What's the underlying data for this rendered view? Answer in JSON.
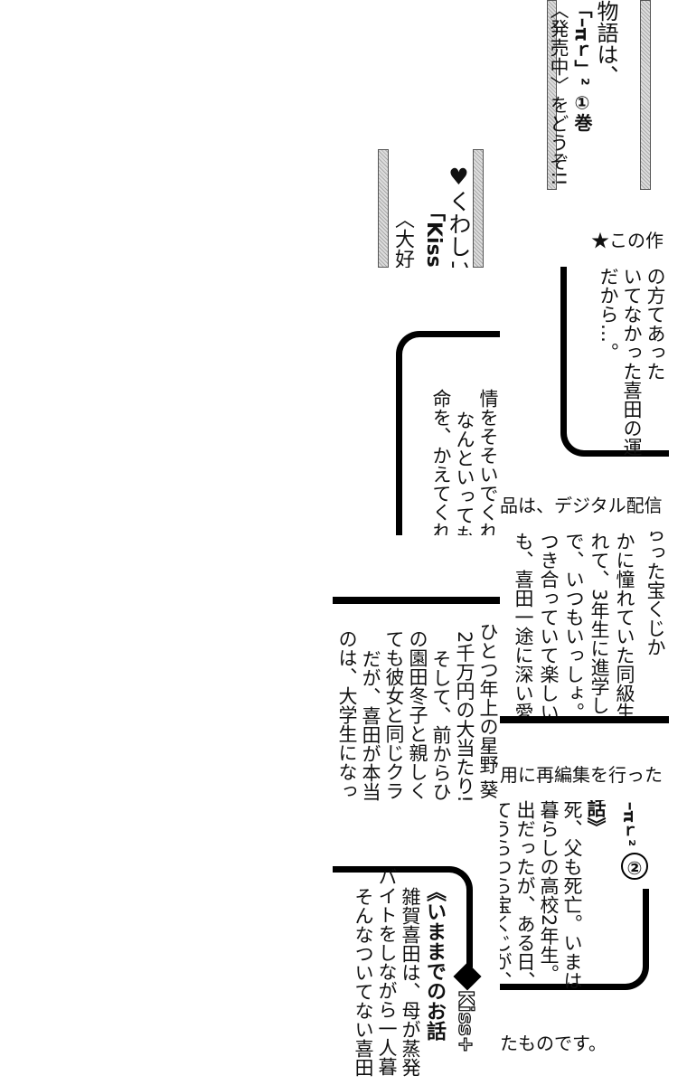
{
  "top_panel": {
    "col1": "物語は、",
    "col2": "「ｰπｒ」² ①巻",
    "col3": "〈発売中〉をどうぞ!!"
  },
  "promo_panel": {
    "col1": "♥くわしい",
    "col2": "「Kiss+",
    "col3": "〈大好評"
  },
  "notice": {
    "line1": "★この作",
    "line2": "品は、デジタル配信",
    "line3": "用に再編集を行った",
    "line4": "たものです。"
  },
  "story_box_a": {
    "cols": [
      "の方てあった",
      "いてなかった喜田の運",
      "だから…。"
    ]
  },
  "story_box_b": {
    "cols": [
      "情をそそいでくれる葵",
      "なんといっても、つ",
      "命を、かえてくれた葵"
    ]
  },
  "story_box_c": {
    "cols": [
      "もらった宝くじか",
      "かに憧れていた同級生",
      "れて、3年生に進学し",
      "で、いつもいっしょ。",
      "つき合っていて楽しい",
      "も、喜田一途に深い愛"
    ]
  },
  "story_box_d": {
    "cols": [
      "ひとつ年上の星野 葵に",
      "2千万円の大当たり!!",
      "そして、前からひそか",
      "の園田冬子と親しくな",
      "ても彼女と同じクラス",
      "だが、喜田が本当に",
      "のは、大学生になって"
    ]
  },
  "story_box_e": {
    "title": "ｰπｒ²",
    "volume": "②",
    "heading": "話》",
    "cols": [
      "死、父も死亡。いまは",
      "暮らしの高校2年生。",
      "出だったが、ある日、",
      "てうらつら宝くじが、"
    ]
  },
  "story_box_f": {
    "series": "Kiss+",
    "heading": "《いままでのお話",
    "cols": [
      "雑賀喜田は、母が蒸発",
      "バイトをしながら一人暮",
      "そんなついてない喜田"
    ]
  }
}
